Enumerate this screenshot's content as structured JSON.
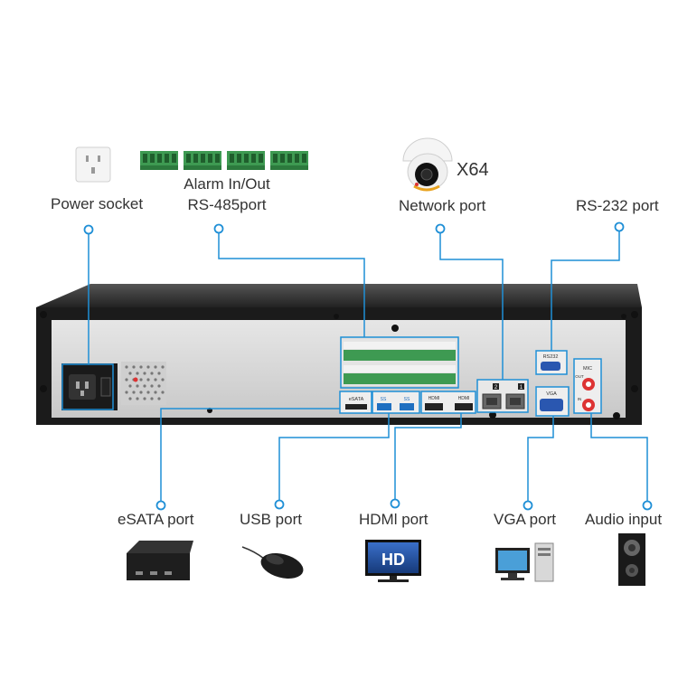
{
  "top_labels": {
    "power_socket": "Power socket",
    "alarm_line1": "Alarm In/Out",
    "alarm_line2": "RS-485port",
    "camera_count": "X64",
    "network_port": "Network port",
    "rs232_port": "RS-232 port"
  },
  "bottom_labels": {
    "esata_port": "eSATA port",
    "usb_port": "USB port",
    "hdmi_port": "HDMl port",
    "vga_port": "VGA port",
    "audio_input": "Audio input"
  },
  "panel_text": {
    "esata": "eSATA",
    "usb_a": "SS",
    "usb_b": "SS",
    "hdmi_a": "HDMI",
    "hdmi_b": "HDMI",
    "lan_1": "1",
    "lan_2": "2",
    "rs232": "RS232",
    "vga": "VGA",
    "mic": "MIC",
    "out": "OUT",
    "in": "IN"
  },
  "monitor_badge": "HD",
  "colors": {
    "callout_blue": "#1f8fd6",
    "chassis": "#1b1b1b",
    "panel": "#d9d9d9",
    "terminal_green": "#3e9a52"
  }
}
